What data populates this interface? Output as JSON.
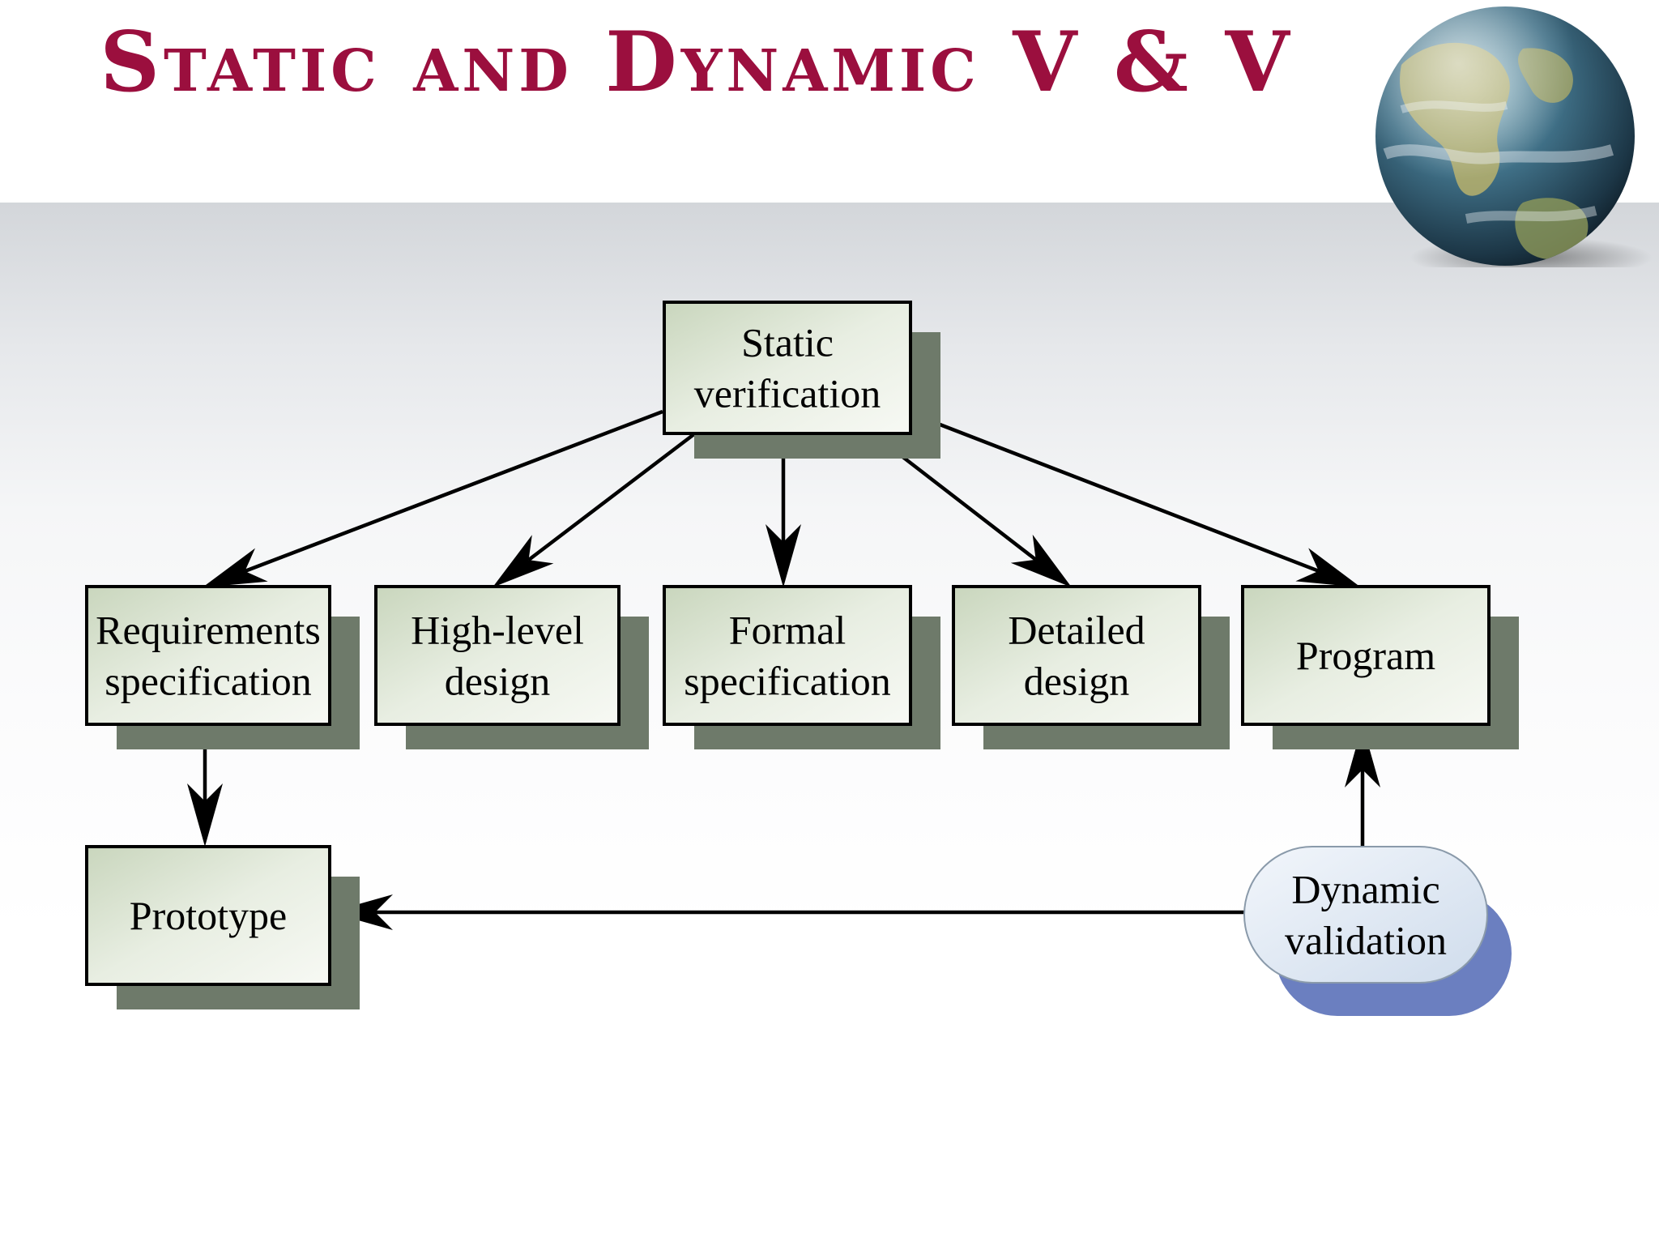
{
  "title": "Static and Dynamic V & V",
  "colors": {
    "title": "#9b0f3e",
    "box_fill": "#d8e2cf",
    "box_shadow": "#6e7a6a",
    "oval_shadow": "#6b7fc0",
    "oval_fill": "#dde8f4"
  },
  "decoration": {
    "icon": "globe-icon"
  },
  "diagram": {
    "nodes": [
      {
        "id": "static",
        "shape": "box",
        "lines": [
          "Static",
          "verification"
        ]
      },
      {
        "id": "req",
        "shape": "box",
        "lines": [
          "Requirements",
          "specification"
        ]
      },
      {
        "id": "hld",
        "shape": "box",
        "lines": [
          "High-level",
          "design"
        ]
      },
      {
        "id": "formal",
        "shape": "box",
        "lines": [
          "Formal",
          "specification"
        ]
      },
      {
        "id": "detailed",
        "shape": "box",
        "lines": [
          "Detailed",
          "design"
        ]
      },
      {
        "id": "program",
        "shape": "box",
        "lines": [
          "Program"
        ]
      },
      {
        "id": "prototype",
        "shape": "box",
        "lines": [
          "Prototype"
        ]
      },
      {
        "id": "dynamic",
        "shape": "oval",
        "lines": [
          "Dynamic",
          "validation"
        ]
      }
    ],
    "edges": [
      {
        "from": "static",
        "to": "req"
      },
      {
        "from": "static",
        "to": "hld"
      },
      {
        "from": "static",
        "to": "formal"
      },
      {
        "from": "static",
        "to": "detailed"
      },
      {
        "from": "static",
        "to": "program"
      },
      {
        "from": "req",
        "to": "prototype"
      },
      {
        "from": "dynamic",
        "to": "program"
      },
      {
        "from": "dynamic",
        "to": "prototype"
      }
    ]
  }
}
